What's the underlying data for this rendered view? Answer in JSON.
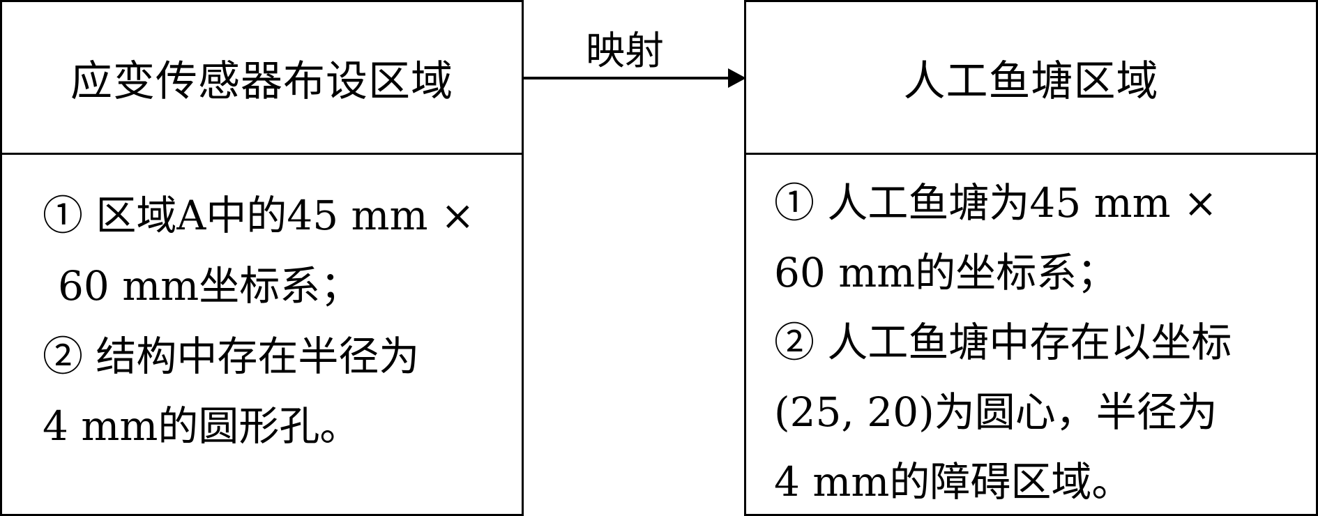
{
  "diagram": {
    "left_box": {
      "title": "应变传感器布设区域",
      "lines": [
        "① 区域A中的45 mm ×",
        "60 mm坐标系；",
        "② 结构中存在半径为",
        "4 mm的圆形孔。"
      ]
    },
    "connector": {
      "label": "映射"
    },
    "right_box": {
      "title": "人工鱼塘区域",
      "lines": [
        "① 人工鱼塘为45 mm ×",
        "60 mm的坐标系；",
        "② 人工鱼塘中存在以坐标",
        "(25, 20)为圆心，半径为",
        "4 mm的障碍区域。"
      ]
    },
    "colors": {
      "stroke": "#000000",
      "background": "#ffffff"
    }
  }
}
